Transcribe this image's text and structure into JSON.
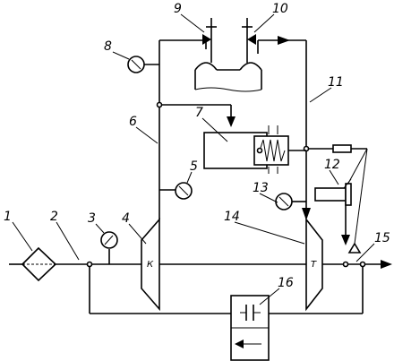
{
  "labels": {
    "n1": "1",
    "n2": "2",
    "n3": "3",
    "n4": "4",
    "n5": "5",
    "n6": "6",
    "n7": "7",
    "n8": "8",
    "n9": "9",
    "n10": "10",
    "n11": "11",
    "n12": "12",
    "n13": "13",
    "n14": "14",
    "n15": "15",
    "n16": "16"
  },
  "component_marks": {
    "compressor": "К",
    "turbine": "Т"
  },
  "icons": [
    "filter-icon",
    "pressure-gauge-icon",
    "flow-arrow-icon",
    "spring-icon"
  ]
}
